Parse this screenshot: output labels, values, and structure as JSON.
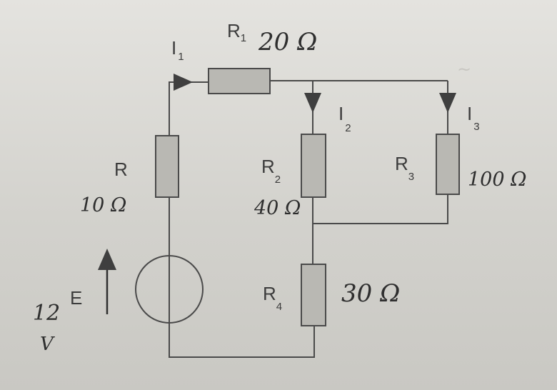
{
  "labels": {
    "I1": {
      "main": "I",
      "sub": "1"
    },
    "I2": {
      "main": "I",
      "sub": "2"
    },
    "I3": {
      "main": "I",
      "sub": "3"
    },
    "R1": {
      "main": "R",
      "sub": "1"
    },
    "R": {
      "main": "R"
    },
    "R2": {
      "main": "R",
      "sub": "2"
    },
    "R3": {
      "main": "R",
      "sub": "3"
    },
    "R4": {
      "main": "R",
      "sub": "4"
    },
    "E": {
      "main": "E"
    }
  },
  "values": {
    "R1": "20 Ω",
    "R": "10 Ω",
    "R2": "40 Ω",
    "R3": "100 Ω",
    "R4": "30 Ω",
    "E": "12",
    "E_unit": "V"
  }
}
